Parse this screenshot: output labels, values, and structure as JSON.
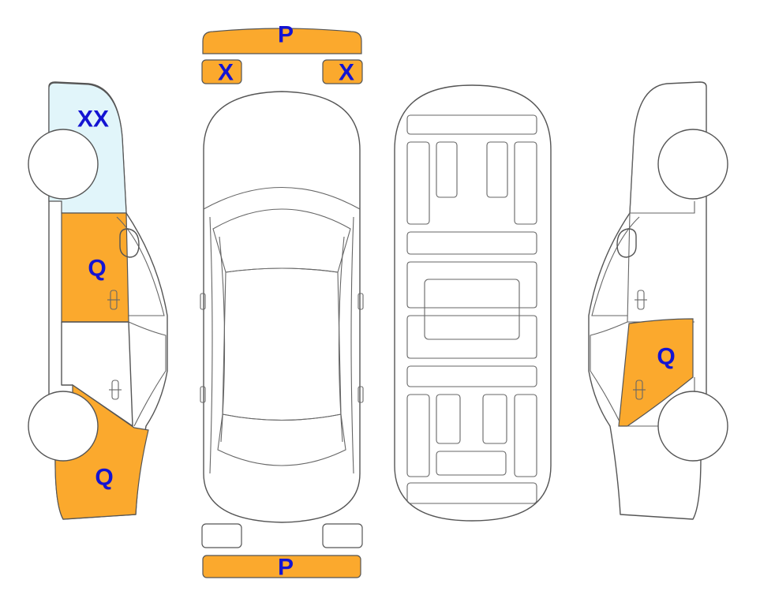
{
  "colors": {
    "damage": "#FBA92D",
    "scratch": "#E1F5FA",
    "label": "#1414D2",
    "outline": "#555555"
  },
  "labels": {
    "front_bumper": "P",
    "front_left_light": "X",
    "front_right_light": "X",
    "left_front_fender": "XX",
    "left_front_door": "Q",
    "left_rear_quarter": "Q",
    "right_rear_door": "Q",
    "rear_bumper": "P"
  }
}
